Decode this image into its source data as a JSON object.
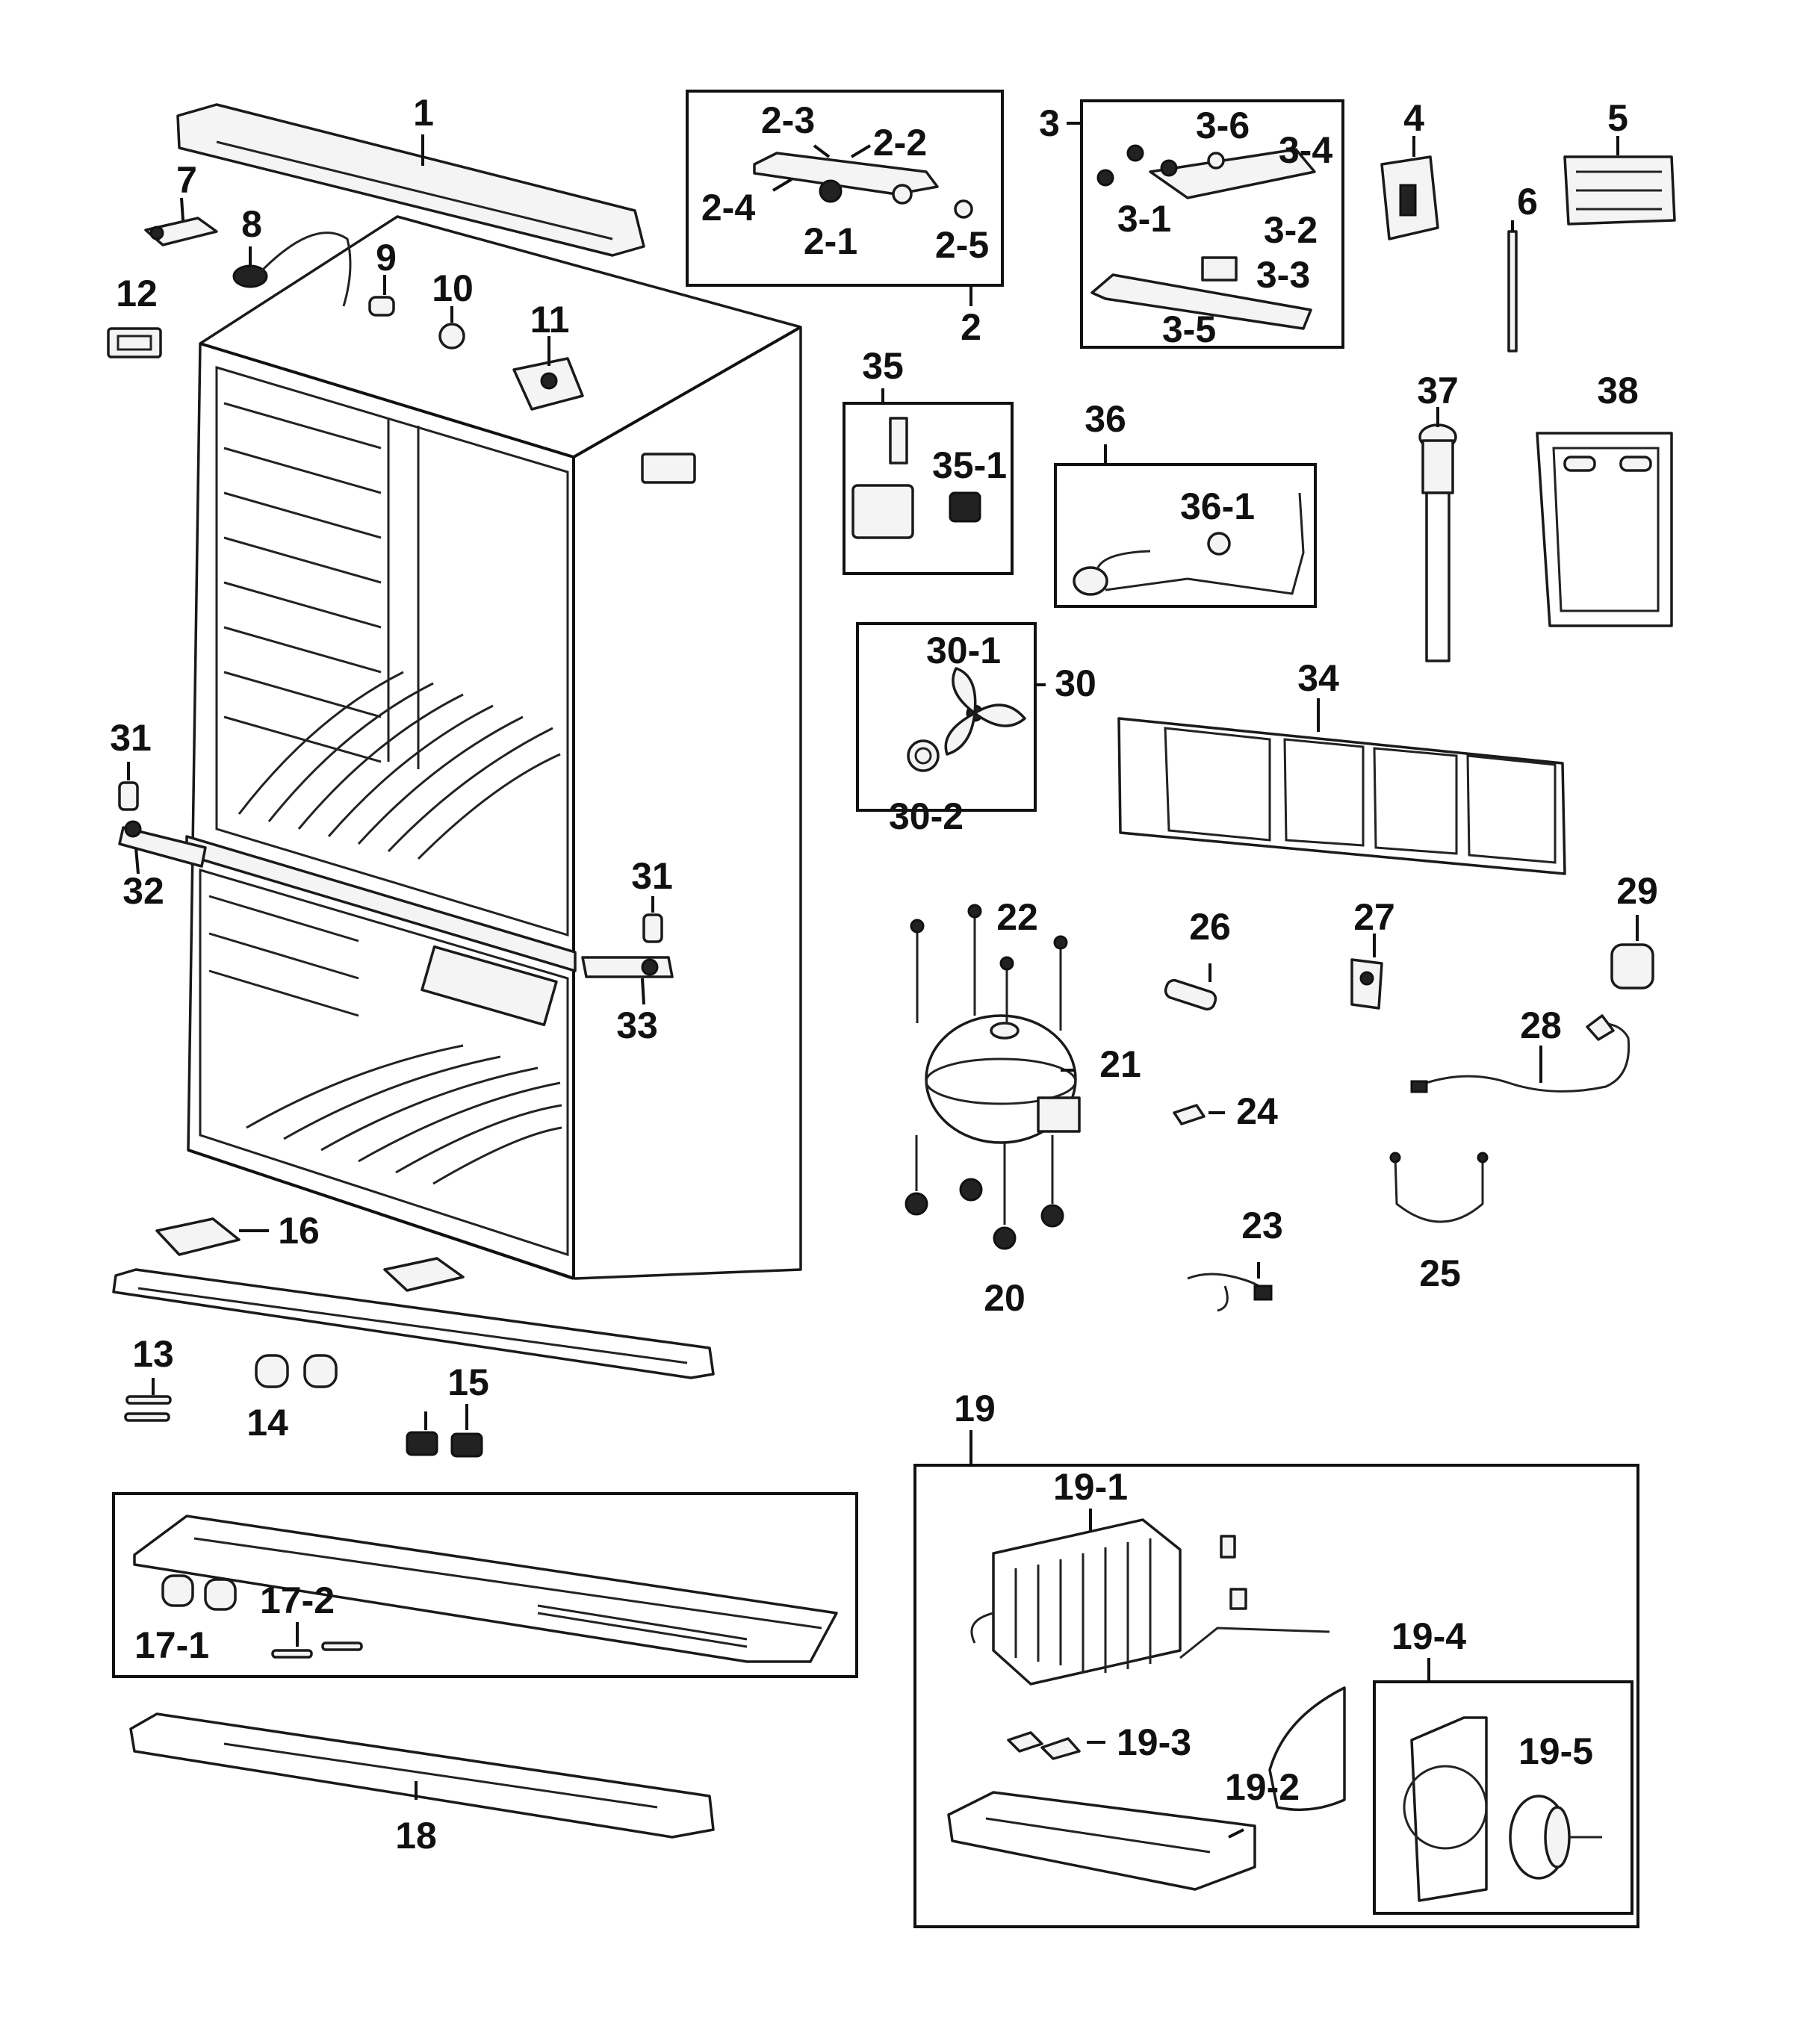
{
  "labels": {
    "p1": "1",
    "p2": "2",
    "p2_1": "2-1",
    "p2_2": "2-2",
    "p2_3": "2-3",
    "p2_4": "2-4",
    "p2_5": "2-5",
    "p3": "3",
    "p3_1": "3-1",
    "p3_2": "3-2",
    "p3_3": "3-3",
    "p3_4": "3-4",
    "p3_5": "3-5",
    "p3_6": "3-6",
    "p4": "4",
    "p5": "5",
    "p6": "6",
    "p7": "7",
    "p8": "8",
    "p9": "9",
    "p10": "10",
    "p11": "11",
    "p12": "12",
    "p13": "13",
    "p14": "14",
    "p15": "15",
    "p16": "16",
    "p17_1": "17-1",
    "p17_2": "17-2",
    "p18": "18",
    "p19": "19",
    "p19_1": "19-1",
    "p19_2": "19-2",
    "p19_3": "19-3",
    "p19_4": "19-4",
    "p19_5": "19-5",
    "p20": "20",
    "p21": "21",
    "p22": "22",
    "p23": "23",
    "p24": "24",
    "p25": "25",
    "p26": "26",
    "p27": "27",
    "p28": "28",
    "p29": "29",
    "p30": "30",
    "p30_1": "30-1",
    "p30_2": "30-2",
    "p31a": "31",
    "p31b": "31",
    "p32": "32",
    "p33": "33",
    "p34": "34",
    "p35": "35",
    "p35_1": "35-1",
    "p36": "36",
    "p36_1": "36-1",
    "p37": "37",
    "p38": "38"
  }
}
